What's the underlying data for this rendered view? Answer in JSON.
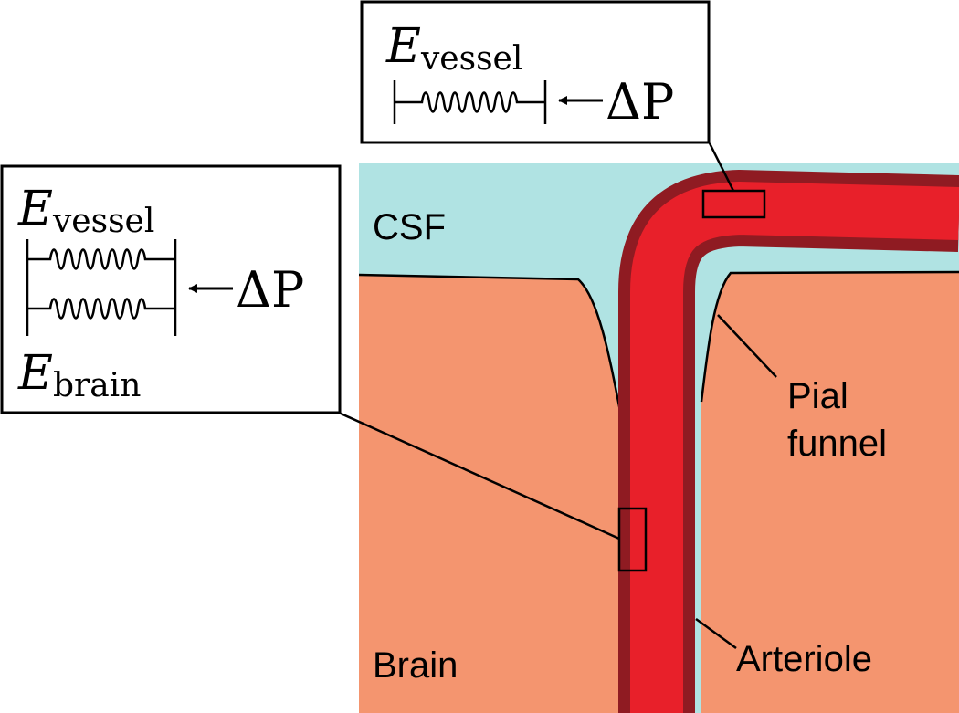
{
  "colors": {
    "csf": "#b0e3e3",
    "brain": "#f4956f",
    "arteriole_fill": "#e8202a",
    "arteriole_wall": "#8f1b22",
    "line": "#000000",
    "box_bg": "#ffffff"
  },
  "regions": {
    "csf_label": "CSF",
    "brain_label": "Brain"
  },
  "annotations": {
    "pial_funnel": [
      "Pial",
      "funnel"
    ],
    "arteriole": "Arteriole"
  },
  "inset_top": {
    "e_symbol": "E",
    "e_subscript": "vessel",
    "pressure": "ΔP",
    "spring_icon": "spring-icon"
  },
  "inset_left": {
    "e_symbol": "E",
    "e_top_subscript": "vessel",
    "e_bottom_subscript": "brain",
    "pressure": "ΔP",
    "spring_icon": "spring-icon"
  }
}
